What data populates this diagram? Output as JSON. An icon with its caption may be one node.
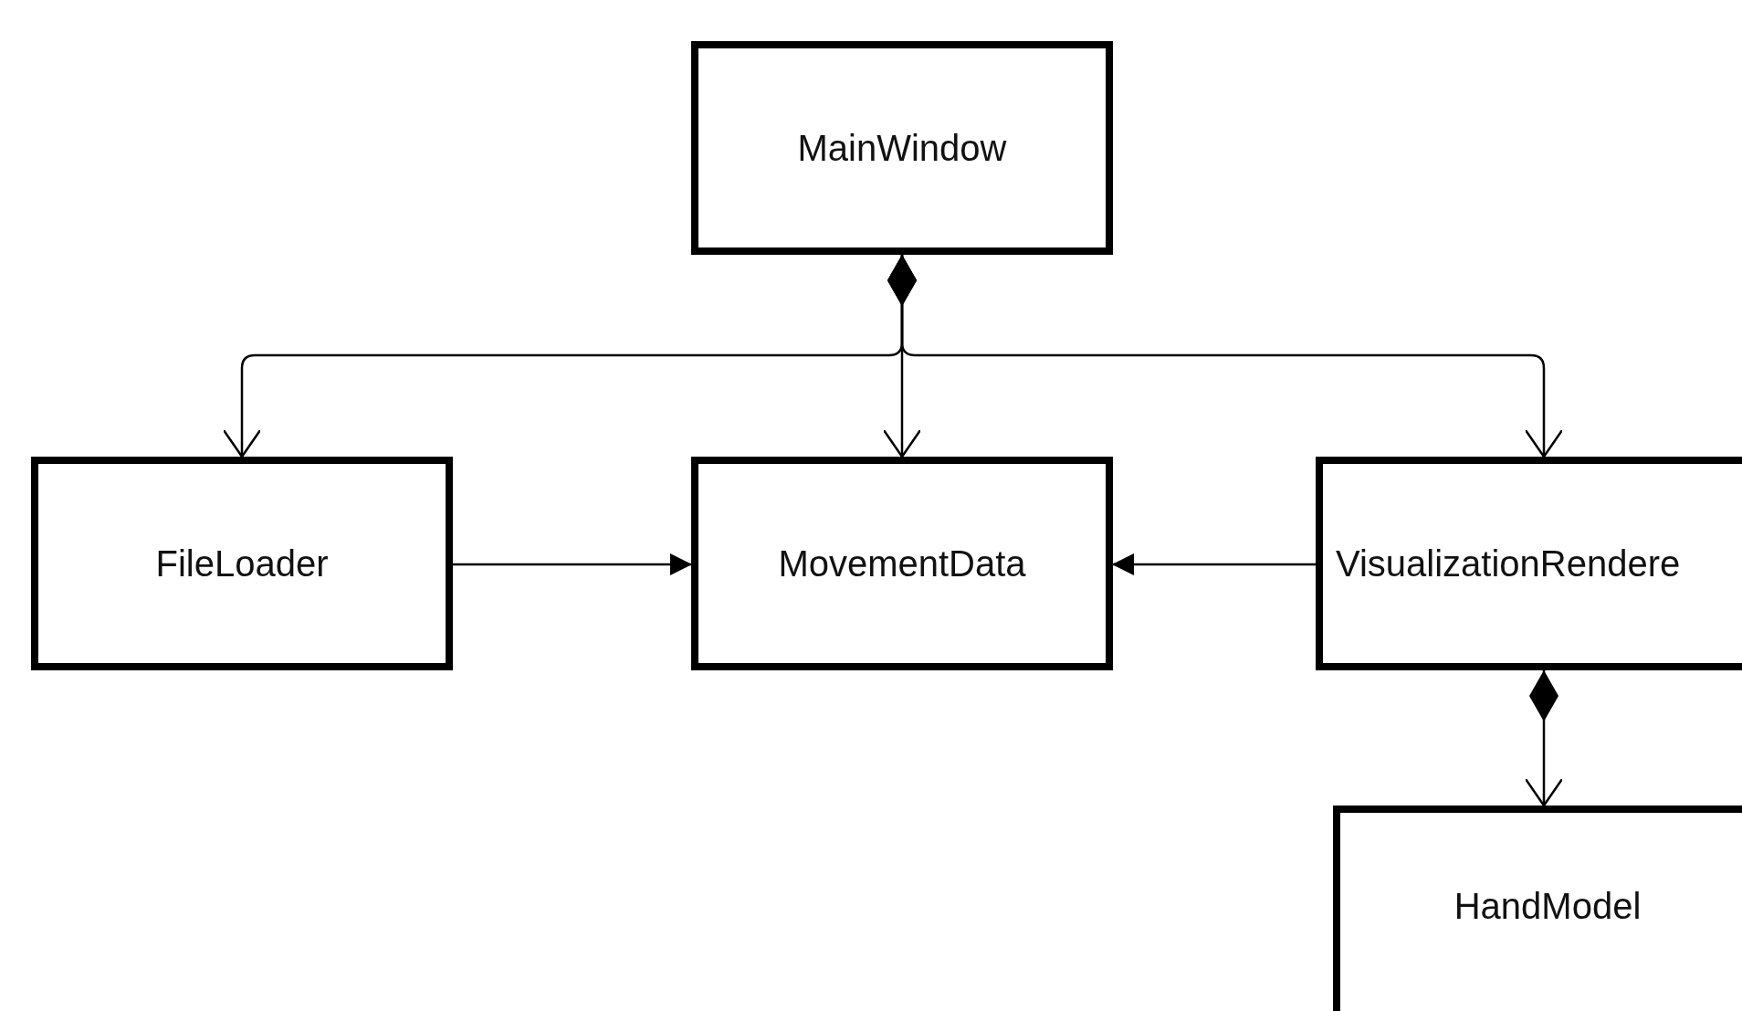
{
  "diagram": {
    "nodes": [
      {
        "text": [
          "MainWindow"
        ]
      },
      {
        "text": [
          "FileLoader"
        ]
      },
      {
        "text": [
          "MovementData"
        ]
      },
      {
        "text": [
          "VisualizationRendere"
        ]
      },
      {
        "text": [
          "HandModel"
        ]
      }
    ],
    "edges": [
      {
        "from": 0,
        "to": 1,
        "arrow": "to"
      },
      {
        "from": 0,
        "to": 2,
        "arrow": "to"
      },
      {
        "from": 0,
        "to": 3,
        "arrow": "to"
      },
      {
        "from": 1,
        "to": 2,
        "arrow": "to"
      },
      {
        "from": 3,
        "to": 2,
        "arrow": "to"
      },
      {
        "from": 3,
        "to": 4,
        "arrow": "to"
      }
    ]
  }
}
